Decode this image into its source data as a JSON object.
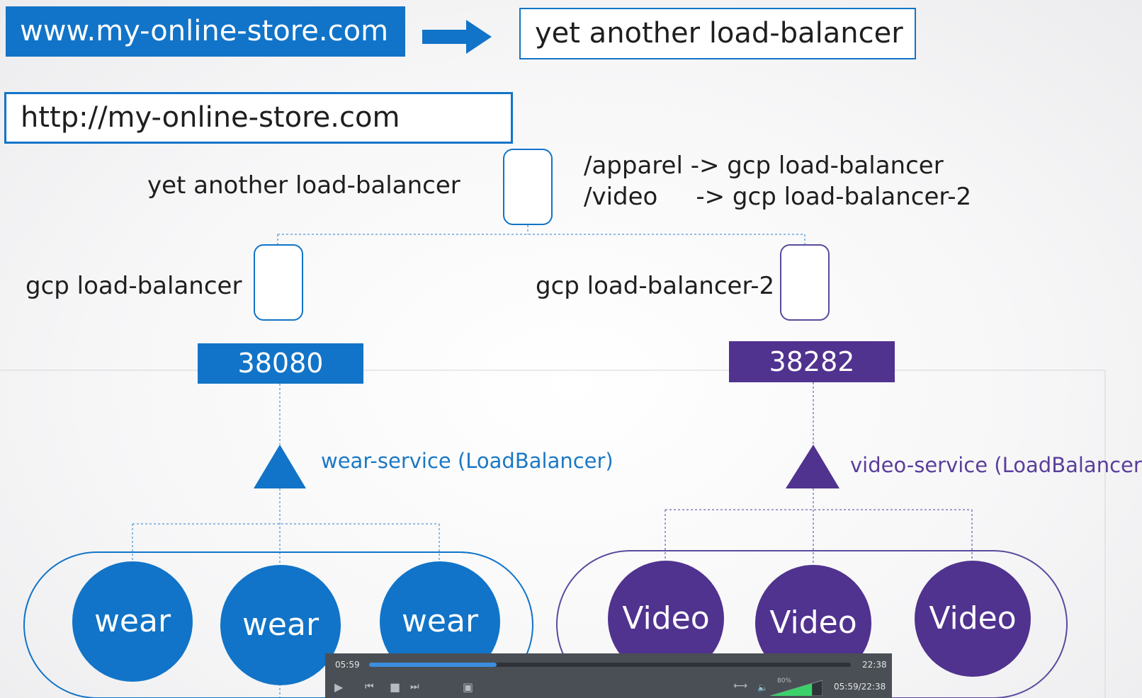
{
  "header": {
    "domain": "www.my-online-store.com",
    "target": "yet another load-balancer"
  },
  "url_box": "http://my-online-store.com",
  "top_lb": {
    "label": "yet another load-balancer",
    "rules": [
      "/apparel -> gcp load-balancer",
      "/video     -> gcp load-balancer-2"
    ]
  },
  "left": {
    "lb_label": "gcp load-balancer",
    "port": "38080",
    "service": "wear-service (LoadBalancer)",
    "pods": [
      "wear",
      "wear",
      "wear"
    ],
    "color": "#1174c8"
  },
  "right": {
    "lb_label": "gcp load-balancer-2",
    "port": "38282",
    "service": "video-service (LoadBalancer)",
    "pods": [
      "Video",
      "Video",
      "Video"
    ],
    "color": "#50328f"
  },
  "player": {
    "current_time": "05:59",
    "total_time": "22:38",
    "time_readout": "05:59/22:38",
    "volume_label": "80%",
    "progress": 0.265,
    "volume": 0.8
  }
}
